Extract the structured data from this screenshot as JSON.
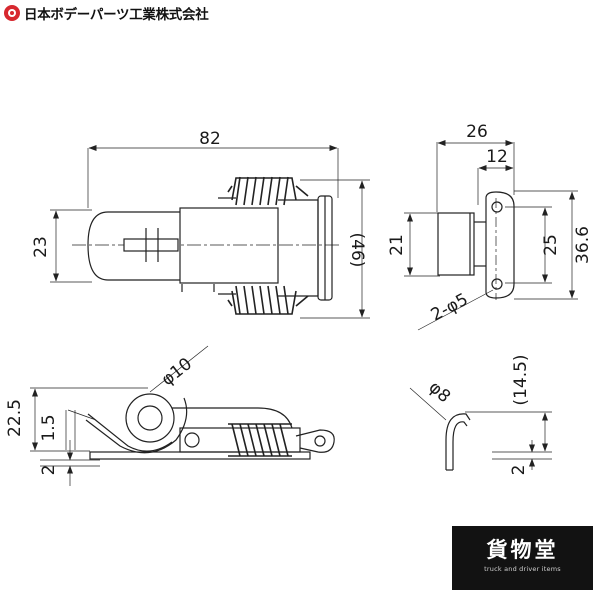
{
  "brand": {
    "name": "日本ボデーパーツ工業株式会社",
    "logo_color": "#d7282f"
  },
  "shop": {
    "name": "貨物堂",
    "tagline": "truck and driver items",
    "background": "#121212"
  },
  "dimensions": {
    "top_length": "82",
    "top_height": "23",
    "top_span": "(46)",
    "side_width": "26",
    "side_inner": "12",
    "side_height": "21",
    "hole_pitch": "25",
    "overall_height": "36.6",
    "holes": "2-φ5",
    "lever_height": "22.5",
    "lever_offset": "1.5",
    "base_thickness": "2",
    "roller_dia": "φ10",
    "hook_height": "(14.5)",
    "hook_dia": "φ8",
    "hook_thickness": "2"
  }
}
